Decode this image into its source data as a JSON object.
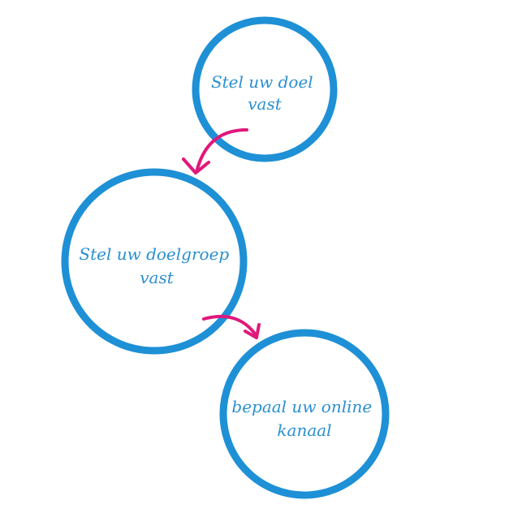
{
  "colors": {
    "circle": "#1e90d6",
    "arrow": "#e0187b",
    "text": "#2a8fd0"
  },
  "steps": [
    {
      "line1": "Stel uw doel",
      "line2": "vast"
    },
    {
      "line1": "Stel uw doelgroep",
      "line2": "vast"
    },
    {
      "line1": "bepaal uw online",
      "line2": "kanaal"
    }
  ]
}
